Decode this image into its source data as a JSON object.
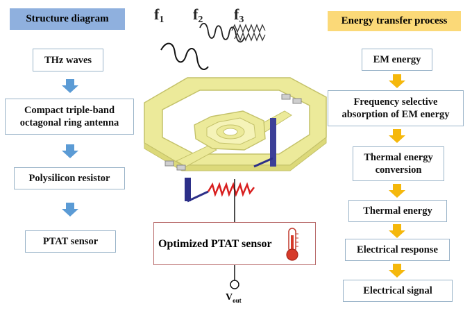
{
  "left": {
    "header": "Structure diagram",
    "steps": [
      "THz waves",
      "Compact triple-band octagonal ring antenna",
      "Polysilicon resistor",
      "PTAT sensor"
    ],
    "header_color": "#8fb0de",
    "arrow_color": "#5b9bd5"
  },
  "right": {
    "header": "Energy transfer process",
    "steps": [
      "EM energy",
      "Frequency selective absorption of EM energy",
      "Thermal energy conversion",
      "Thermal energy",
      "Electrical response",
      "Electrical signal"
    ],
    "header_color": "#fbd978",
    "arrow_color": "#f5b80c"
  },
  "center": {
    "freq_labels": [
      {
        "base": "f",
        "sub": "1"
      },
      {
        "base": "f",
        "sub": "2"
      },
      {
        "base": "f",
        "sub": "3"
      }
    ],
    "sensor_label": "Optimized PTAT sensor",
    "vout": {
      "base": "V",
      "sub": "out"
    },
    "antenna_color": "#f0ee9a",
    "resistor_color": "#d81e1e",
    "lead_color": "#2c2f88"
  },
  "icons": [
    "down-arrow-icon",
    "thermometer-icon",
    "resistor-icon"
  ]
}
